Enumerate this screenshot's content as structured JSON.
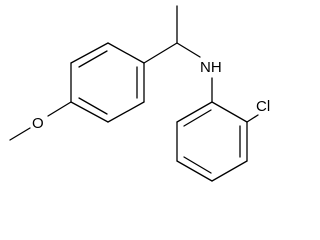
{
  "molecule": {
    "atom_labels": {
      "methoxy_oxygen": "O",
      "amine": "NH",
      "chlorine": "Cl"
    }
  },
  "colors": {
    "background": "#ffffff",
    "bond": "#000000",
    "label": "#000000"
  }
}
